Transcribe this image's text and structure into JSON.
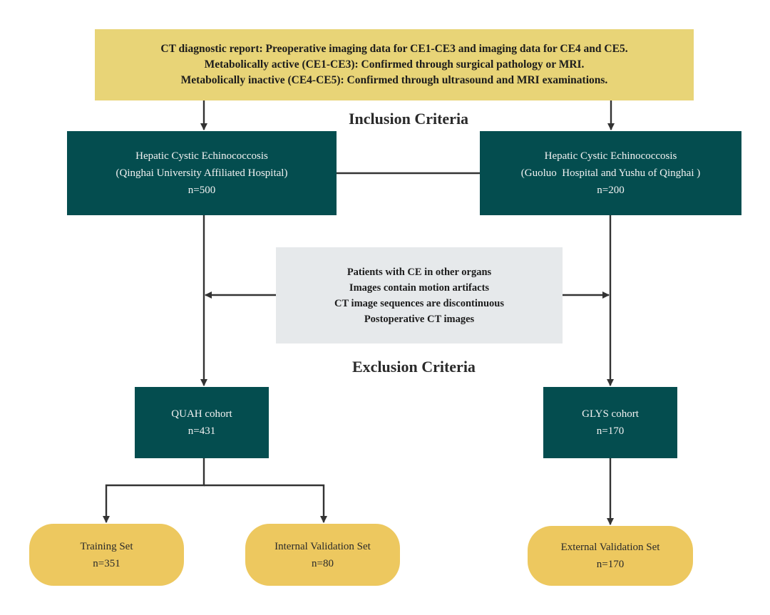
{
  "top_box": {
    "line1": "CT diagnostic report: Preoperative imaging data for CE1-CE3 and imaging data for CE4 and CE5.",
    "line2": "Metabolically active (CE1-CE3): Confirmed through surgical pathology or MRI.",
    "line3": "Metabolically inactive (CE4-CE5): Confirmed through ultrasound and MRI examinations."
  },
  "inclusion_label": "Inclusion Criteria",
  "exclusion_label": "Exclusion Criteria",
  "hospital_left": {
    "title": "Hepatic Cystic Echinococcosis",
    "site": "(Qinghai University Affiliated Hospital)",
    "n": "n=500"
  },
  "hospital_right": {
    "title": "Hepatic Cystic Echinococcosis",
    "site": "(Guoluo  Hospital and Yushu of Qinghai )",
    "n": "n=200"
  },
  "exclusion_box": {
    "items": [
      "Patients with CE in other organs",
      "Images contain motion artifacts",
      "CT image sequences are discontinuous",
      "Postoperative CT images"
    ]
  },
  "cohort_left": {
    "name": "QUAH cohort",
    "n": "n=431"
  },
  "cohort_right": {
    "name": "GLYS cohort",
    "n": "n=170"
  },
  "sets": {
    "training": {
      "name": "Training Set",
      "n": "n=351"
    },
    "internal": {
      "name": "Internal Validation Set",
      "n": "n=80"
    },
    "external": {
      "name": "External Validation Set",
      "n": "n=170"
    }
  },
  "colors": {
    "teal": "#044d4f",
    "yellow": "#e8d477",
    "set_yellow": "#edc85f",
    "grey": "#e6e9eb",
    "arrow": "#333333"
  }
}
